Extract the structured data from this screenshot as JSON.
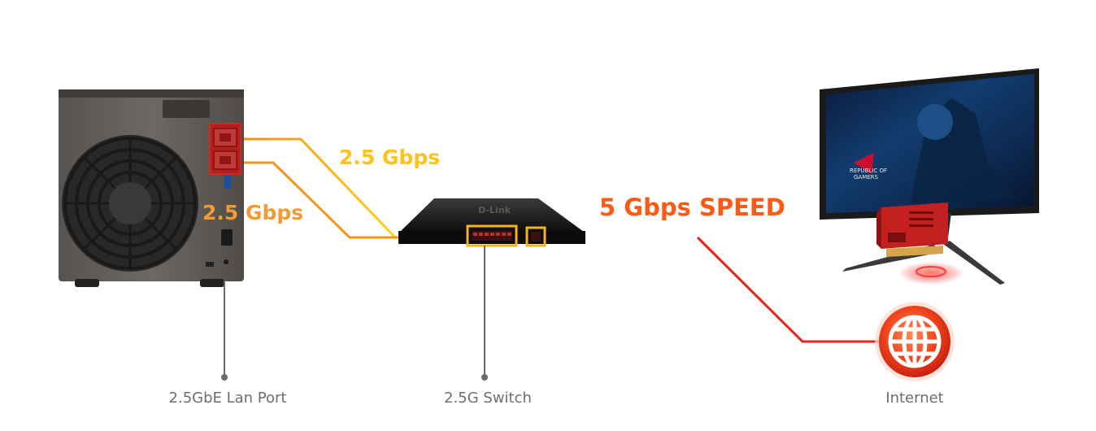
{
  "labels": {
    "speed_top": "2.5 Gbps",
    "speed_left": "2.5 Gbps",
    "speed_main": "5 Gbps SPEED"
  },
  "captions": {
    "lan_port": "2.5GbE Lan Port",
    "switch": "2.5G Switch",
    "internet": "Internet"
  },
  "device_text": {
    "switch_brand": "D-Link",
    "monitor_logo": "REPUBLIC OF GAMERS"
  },
  "colors": {
    "speed_top": "#ffc21a",
    "speed_left": "#f29b30",
    "speed_main": "#ff5a14",
    "caption": "#6e6e6e",
    "wire_orange": "#f7941d",
    "wire_red": "#e6231e",
    "wire_yellow": "#ffcc1a",
    "pointer": "#6a6a6a"
  },
  "icons": [
    "nas-device-icon",
    "network-switch-icon",
    "gaming-monitor-icon",
    "network-card-icon",
    "globe-icon"
  ]
}
